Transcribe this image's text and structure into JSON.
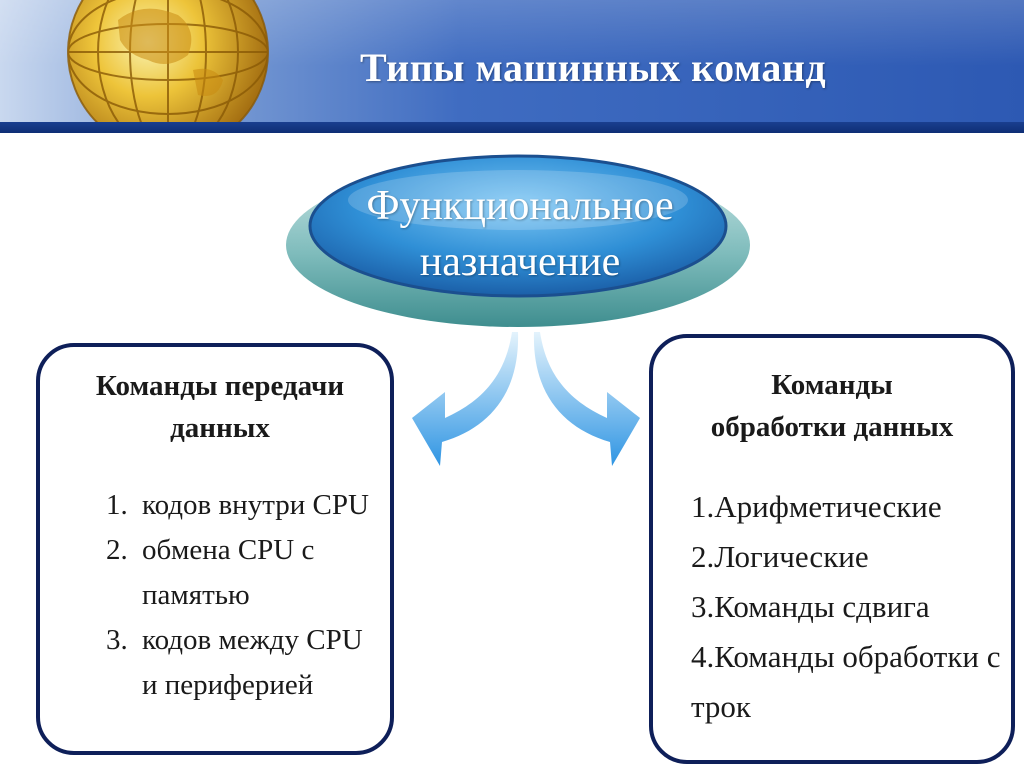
{
  "slide": {
    "title": "Типы машинных команд",
    "center": {
      "line1": "Функциональное",
      "line2": "назначение"
    },
    "left_box": {
      "heading_line1": "Команды передачи",
      "heading_line2": "данных",
      "items": [
        {
          "num": "1.",
          "text": "кодов внутри CPU"
        },
        {
          "num": "2.",
          "text": "обмена CPU с памятью"
        },
        {
          "num": "3.",
          "text": "кодов между CPU и периферией"
        }
      ]
    },
    "right_box": {
      "heading_line1": "Команды",
      "heading_line2": "обработки данных",
      "items": [
        {
          "text": "1.Арифметические"
        },
        {
          "text": "2.Логические"
        },
        {
          "text": "3.Команды сдвига"
        },
        {
          "text": "4.Команды обработки строк"
        }
      ]
    }
  },
  "colors": {
    "header_blue": "#2d59b3",
    "box_border": "#0e1f59",
    "ellipse_blue": "#2f8fd6",
    "ellipse_teal": "#5fa9a9",
    "arrow_blue": "#3a9ee6"
  }
}
